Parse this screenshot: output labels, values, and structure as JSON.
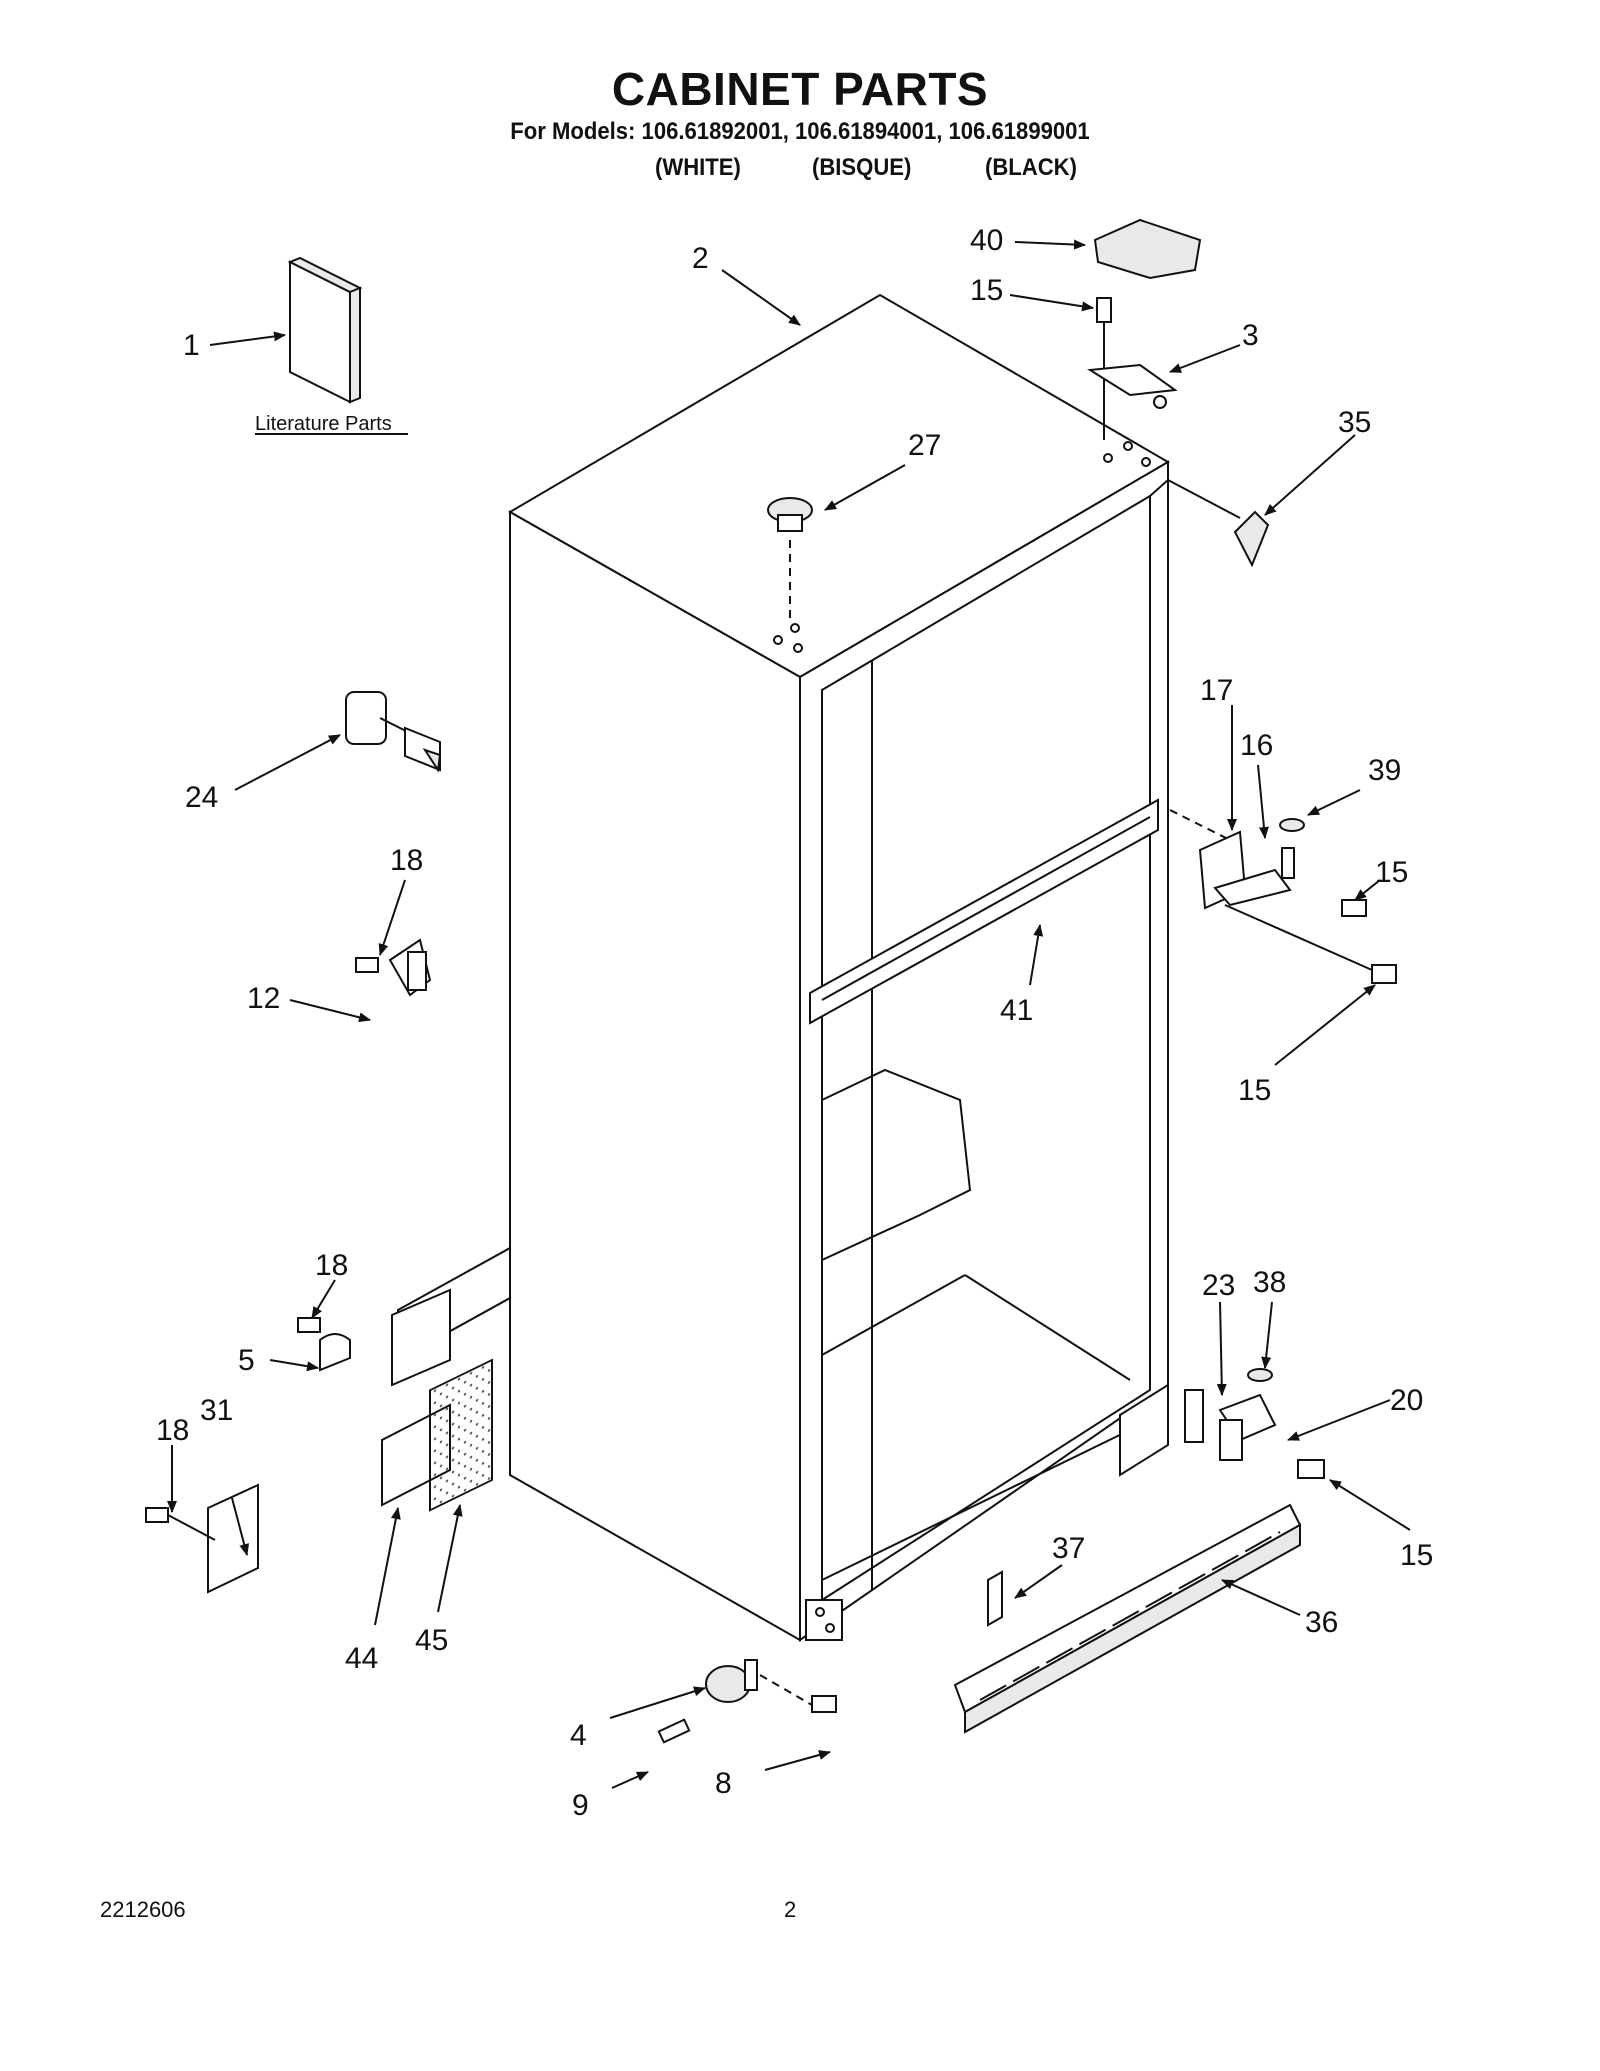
{
  "header": {
    "title": "CABINET PARTS",
    "models": "For Models: 106.61892001, 106.61894001, 106.61899001",
    "colors": [
      "(WHITE)",
      "(BISQUE)",
      "(BLACK)"
    ]
  },
  "literature_label": "Literature Parts",
  "callouts": [
    "1",
    "2",
    "40",
    "15",
    "3",
    "35",
    "27",
    "17",
    "16",
    "39",
    "15",
    "24",
    "18",
    "12",
    "41",
    "15",
    "18",
    "5",
    "31",
    "18",
    "23",
    "38",
    "20",
    "15",
    "44",
    "45",
    "37",
    "36",
    "4",
    "8",
    "9"
  ],
  "footer": {
    "doc_number": "2212606",
    "page_number": "2"
  }
}
